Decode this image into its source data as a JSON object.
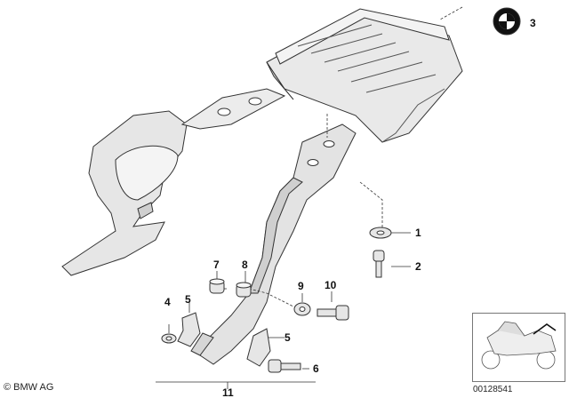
{
  "callouts": {
    "c1": "1",
    "c2": "2",
    "c3": "3",
    "c4": "4",
    "c5a": "5",
    "c5b": "5",
    "c6": "6",
    "c7": "7",
    "c8": "8",
    "c9": "9",
    "c10": "10",
    "c11": "11"
  },
  "footer": {
    "copyright": "© BMW AG",
    "diagram_id": "00128541"
  },
  "colors": {
    "line": "#333333",
    "part_fill": "#e6e6e6",
    "shadow_fill": "#cfcfcf"
  }
}
